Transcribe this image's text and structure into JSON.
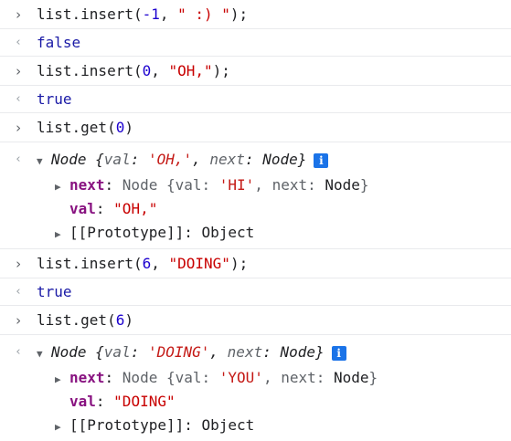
{
  "prompt_input": "›",
  "prompt_result": "‹",
  "entries": {
    "e1": {
      "cmd_pre": "list.insert(",
      "num": "-1",
      "sep": ", ",
      "str": "\" :) \"",
      "cmd_post": ");",
      "result": "false"
    },
    "e2": {
      "cmd_pre": "list.insert(",
      "num": "0",
      "sep": ", ",
      "str": "\"OH,\"",
      "cmd_post": ");",
      "result": "true"
    },
    "e3": {
      "cmd_pre": "list.get(",
      "num": "0",
      "cmd_post": ")",
      "summary": {
        "type": "Node",
        "open": " {",
        "val_key": "val",
        "colon": ": ",
        "val": "'OH,'",
        "comma": ", ",
        "next_key": "next",
        "next_val": "Node",
        "close": "}"
      },
      "next_row": {
        "key": "next",
        "colon": ": ",
        "type": "Node",
        "open": " {",
        "val_key": "val",
        "val": "'HI'",
        "comma": ", ",
        "next_key": "next",
        "next_val": "Node",
        "close": "}"
      },
      "val_row": {
        "key": "val",
        "colon": ": ",
        "value": "\"OH,\""
      },
      "proto_row": {
        "label": "[[Prototype]]",
        "colon": ": ",
        "value": "Object"
      }
    },
    "e4": {
      "cmd_pre": "list.insert(",
      "num": "6",
      "sep": ", ",
      "str": "\"DOING\"",
      "cmd_post": ");",
      "result": "true"
    },
    "e5": {
      "cmd_pre": "list.get(",
      "num": "6",
      "cmd_post": ")",
      "summary": {
        "type": "Node",
        "open": " {",
        "val_key": "val",
        "colon": ": ",
        "val": "'DOING'",
        "comma": ", ",
        "next_key": "next",
        "next_val": "Node",
        "close": "}"
      },
      "next_row": {
        "key": "next",
        "colon": ": ",
        "type": "Node",
        "open": " {",
        "val_key": "val",
        "val": "'YOU'",
        "comma": ", ",
        "next_key": "next",
        "next_val": "Node",
        "close": "}"
      },
      "val_row": {
        "key": "val",
        "colon": ": ",
        "value": "\"DOING\""
      },
      "proto_row": {
        "label": "[[Prototype]]",
        "colon": ": ",
        "value": "Object"
      }
    }
  },
  "info_icon_glyph": "i",
  "expand_open_glyph": "▼",
  "expand_closed_glyph": "▶"
}
